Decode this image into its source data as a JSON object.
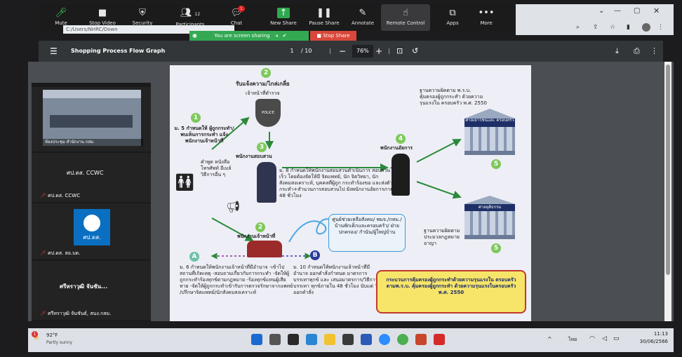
{
  "zoom_toolbar": {
    "mute": "Mute",
    "stop_video": "Stop Video",
    "security": "Security",
    "participants": "Participants",
    "participants_count": "12",
    "chat": "Chat",
    "chat_badge": "1",
    "new_share": "New Share",
    "pause_share": "Pause Share",
    "annotate": "Annotate",
    "remote_control": "Remote Control",
    "apps": "Apps",
    "more": "More"
  },
  "share_banner": {
    "sharing": "You are screen sharing",
    "stop": "Stop Share"
  },
  "address": "C:/Users/NHRC/Down",
  "pdf": {
    "title": "Shopping Process Flow Graph",
    "page": "1",
    "total": "/ 10",
    "zoom": "76%"
  },
  "participants": [
    {
      "video_caption": "ห้องประชุม สำนักงาน กสม.",
      "name": "ศป.ดส. CCWC",
      "footer": "ศป.ดส. CCWC"
    },
    {
      "name": "",
      "footer": "ศป.ดส. สอ.บต.",
      "logo_text": "ศป.ดส."
    },
    {
      "name": "ศรีหราวุฒิ จันชัน...",
      "footer": "ศรีหราวุฒิ จันชันธ์, สนง.กสม."
    }
  ],
  "slide": {
    "step1_num": "1",
    "step1": "ม. 5 กำหนดให้ ผู้ถูกกระทำ/ พบเห็นการกระทำ แจ้งพนักงานเจ้าหน้าที่",
    "report_methods": "คำพูด หนังสือ โทรศัพท์ อีเมล์ วิธีการอื่น ๆ",
    "step2_num": "2",
    "step2_title": "รับแจ้งความ/ไกล่เกลี่ย",
    "step2_sub": "เจ้าหน้าที่ตำรวจ",
    "police_badge": "POLICE",
    "step3_num": "3",
    "step3_title": "พนักงานสอบสวน",
    "step3_text": "ม. 8 กำหนดให้พนักงานสอบสวนดำเนินการ สอบสวนโดยเร็ว โดยต้องจัดให้มี จิตแพทย์, นัก จิตวิทยา, นักสังคมสงเคราะห์, บุคคลที่ผู้ถูก กระทำร้องขอ และส่งตัวผู้ถูกกระทำ+สำนวนการสอบสวนไป ยังพนักงานอัยการภายใน 48 ชั่วโมง",
    "step4_num": "4",
    "step4_title": "พนักงานอัยการ",
    "court_offense": "ฐานความผิดตาม พ.ร.บ. คุ้มครองผู้ถูกกระทำ ด้วยความรุนแรงใน ครอบครัว พ.ศ. 2550",
    "court1": "ศาลเยาวชนและ ครอบครัว",
    "court1_num": "5",
    "court2": "ศาลยุติธรรม",
    "court2_num": "5",
    "criminal_offense": "ฐานความผิดตาม ประมวลกฎหมาย อาญา",
    "officer_num": "2",
    "officer_title": "พนักงานเจ้าหน้าที่",
    "centers": "ศูนย์ช่วยเหลือสังคม/ พมจ./กทม./ บ้านพักเด็กและครอบครัว/ ฝ่ายปกครอง/ กำนัน/ผู้ใหญ่บ้าน",
    "stepA_label": "A",
    "stepA_text": "ม. 6 กำหนดให้พนักงานเจ้าหน้าที่มีอำนาจ -เข้าไปสถานที่เกิดเหตุ -สอบถามเกี่ยวกับการกระทำ -จัดให้ผู้ถูกกระทำร้องทุกข์ตามกฎหมาย -ร้องทุกข์แทนผู้เสียหาย -จัดให้ผู้ถูกกระทำเข้ารับการตรวจรักษาจากแพทย์ /ปรึกษาจิตแพทย์/นักสังคมสงเคราะห์",
    "stepB_label": "B",
    "stepB_text": "ม. 10 กำหนดให้พนักงานเจ้าหน้าที่มีอำนาจ ออกคำสั่งกำหนด มาตรการบรรเทาทุกข์ และ เสนอมาตรการ/วิธีการบรรเทา ทุกข์ภายใน 48 ชั่วโมง นับแต่ วันออกคำสั่ง",
    "summary": "กระบวนการคุ้มครองผู้ถูกกระทำด้วยความรุนแรงใน ครอบครัว ตามพ.ร.บ. คุ้มครองผู้ถูกกระทำ ด้วยความรุนแรงในครอบครัว พ.ศ. 2550"
  },
  "taskbar": {
    "temp": "92°F",
    "weather": "Partly sunny",
    "weather_badge": "1",
    "lang": "ไทย",
    "time": "11:13",
    "date": "30/06/2566"
  }
}
